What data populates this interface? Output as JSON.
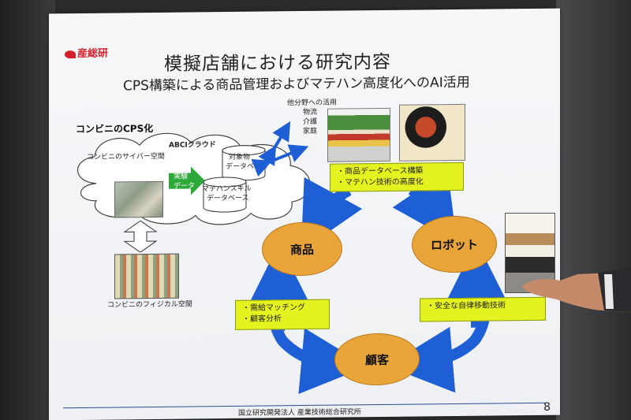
{
  "slide": {
    "logo": "産総研",
    "title": "模擬店舗における研究内容",
    "subtitle": "CPS構築による商品管理およびマテハン高度化へのAI活用",
    "cps_heading": "コンビニのCPS化",
    "cyber_space": "コンビニのサイバー空間",
    "abci": "ABCIクラウド",
    "experiment_data": [
      "実験",
      "データ"
    ],
    "db_objects": [
      "対象物",
      "データベース"
    ],
    "db_materials": [
      "マテハンスキル",
      "データベース"
    ],
    "other_fields": [
      "他分野への活用",
      "物流",
      "介護",
      "家庭"
    ],
    "physical_space": "コンビニのフィジカル空間",
    "box_top": [
      "・商品データベース構築",
      "・マテハン技術の高度化"
    ],
    "box_left": [
      "・需給マッチング",
      "・顧客分析"
    ],
    "box_right": [
      "・安全な自律移動技術"
    ],
    "node_products": "商品",
    "node_robot": "ロボット",
    "node_customer": "顧客",
    "footer": "国立研究開発法人 産業技術総合研究所",
    "page_number": "8"
  },
  "colors": {
    "accent_red": "#d3202a",
    "oval_orange": "#e9a43a",
    "box_yellow": "#e4f21f",
    "arrow_blue": "#1f5fd6",
    "arrow_green": "#2fa83a"
  }
}
